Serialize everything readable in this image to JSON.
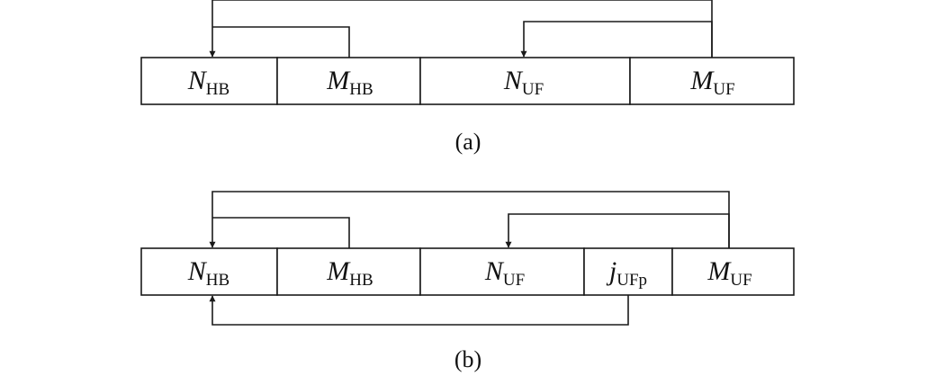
{
  "diagram_a": {
    "caption": "(a)",
    "cells": [
      {
        "var": "N",
        "sub": "HB"
      },
      {
        "var": "M",
        "sub": "HB"
      },
      {
        "var": "N",
        "sub": "UF"
      },
      {
        "var": "M",
        "sub": "UF"
      }
    ]
  },
  "diagram_b": {
    "caption": "(b)",
    "cells": [
      {
        "var": "N",
        "sub": "HB"
      },
      {
        "var": "M",
        "sub": "HB"
      },
      {
        "var": "N",
        "sub": "UF"
      },
      {
        "var": "j",
        "sub": "UFp"
      },
      {
        "var": "M",
        "sub": "UF"
      }
    ]
  }
}
